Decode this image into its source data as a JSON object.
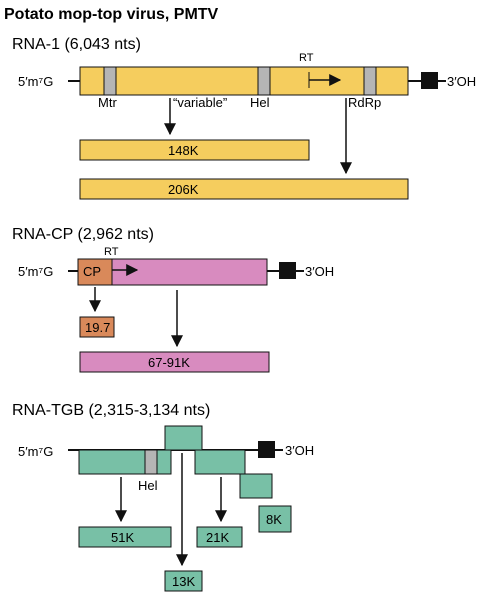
{
  "title": "Potato mop-top virus, PMTV",
  "rna1": {
    "heading": "RNA-1 (6,043 nts)",
    "five_prime": "5′m⁷G",
    "three_prime": "3′OH",
    "rt": "RT",
    "labels": {
      "mtr": "Mtr",
      "variable": "“variable”",
      "hel": "Hel",
      "rdrp": "RdRp"
    },
    "products": [
      "148K",
      "206K"
    ]
  },
  "rnacp": {
    "heading": "RNA-CP (2,962 nts)",
    "five_prime": "5′m⁷G",
    "three_prime": "3′OH",
    "rt": "RT",
    "cp": "CP",
    "products": [
      "19.7",
      "67-91K"
    ]
  },
  "rnatgb": {
    "heading": "RNA-TGB (2,315-3,134 nts)",
    "five_prime": "5′m⁷G",
    "three_prime": "3′OH",
    "hel": "Hel",
    "products": [
      "51K",
      "13K",
      "21K",
      "8K"
    ]
  },
  "colors": {
    "rna1": "#f5cd5e",
    "cp_orange": "#d9895a",
    "cp_pink": "#d88bbf",
    "tgb_green": "#78c0a6",
    "motif_gray": "#b5b5b5",
    "line": "#111111"
  }
}
